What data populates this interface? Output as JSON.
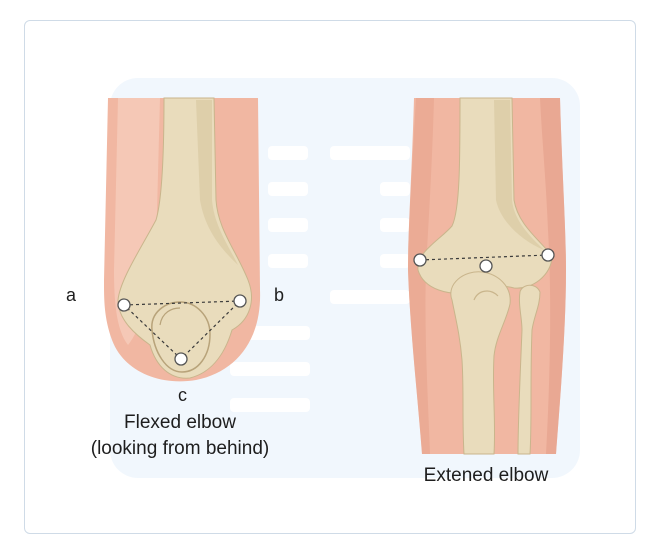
{
  "markers": {
    "a": "a",
    "b": "b",
    "c": "c"
  },
  "captions": {
    "flexed_line1": "Flexed elbow",
    "flexed_line2": "(looking from behind)",
    "extended": "Extened elbow"
  },
  "colors": {
    "skin": "#f1b7a2",
    "skin_light": "#f9d3c3",
    "bone": "#e9dcbc",
    "bone_shade": "#d9c9a2",
    "bone_outline": "#c9b58c",
    "background_panel": "#f1f7fd",
    "frame_border": "#cfdbe7"
  }
}
